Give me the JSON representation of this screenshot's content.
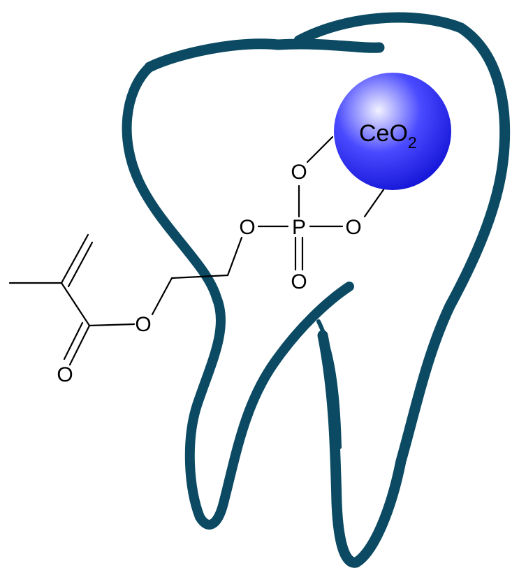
{
  "colors": {
    "tooth": "#0b4a62",
    "sphere_light": "#f2f2ff",
    "sphere_mid": "#4a4aff",
    "sphere_dark": "#1515d8",
    "bond": "#000000"
  },
  "nanoparticle": {
    "label": "CeO",
    "subscript": "2"
  },
  "atoms": {
    "phosphorus": "P",
    "o_upper": "O",
    "o_right": "O",
    "o_left": "O",
    "o_double": "O",
    "o_ester": "O",
    "o_carbonyl": "O"
  }
}
